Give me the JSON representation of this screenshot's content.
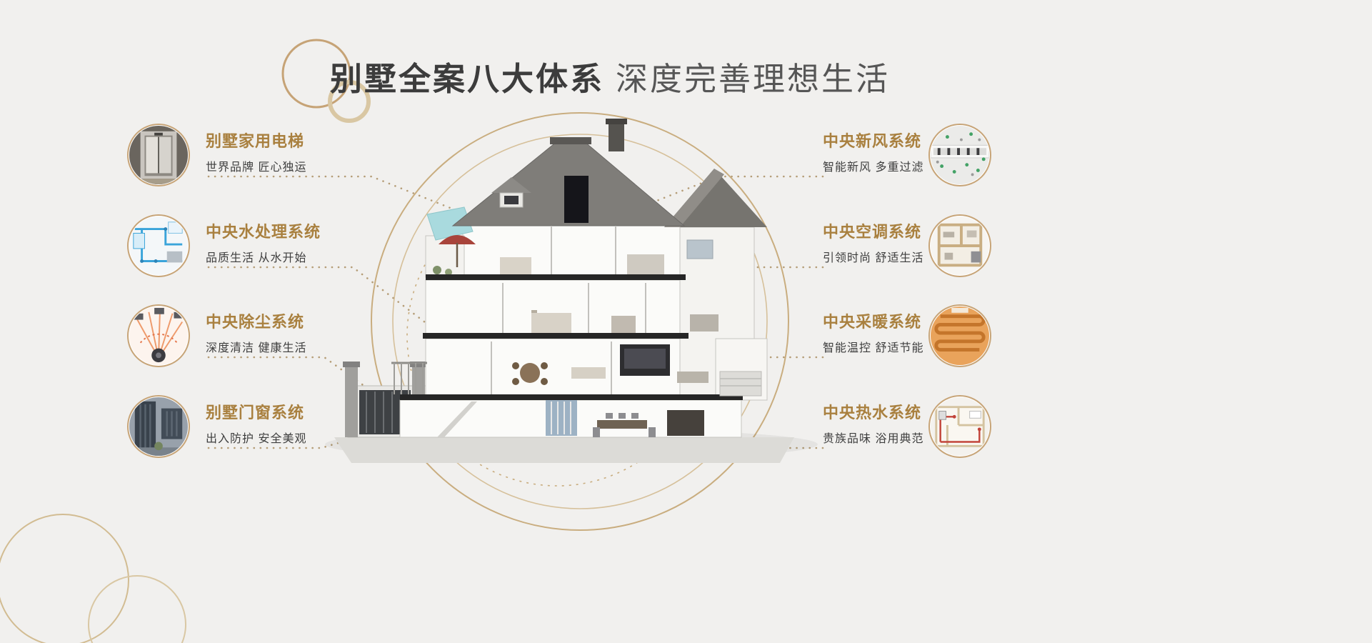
{
  "page": {
    "background_color": "#f1f0ee",
    "accent_gold": "#c7a477",
    "feature_title_color": "#a9803f"
  },
  "header": {
    "title_bold": "别墅全案八大体系",
    "title_light": "深度完善理想生活"
  },
  "features": {
    "left": [
      {
        "title": "别墅家用电梯",
        "subtitle": "世界品牌 匠心独运",
        "icon": "elevator-icon"
      },
      {
        "title": "中央水处理系统",
        "subtitle": "品质生活 从水开始",
        "icon": "water-treatment-icon"
      },
      {
        "title": "中央除尘系统",
        "subtitle": "深度清洁 健康生活",
        "icon": "dust-removal-icon"
      },
      {
        "title": "别墅门窗系统",
        "subtitle": "出入防护 安全美观",
        "icon": "door-window-icon"
      }
    ],
    "right": [
      {
        "title": "中央新风系统",
        "subtitle": "智能新风 多重过滤",
        "icon": "fresh-air-icon"
      },
      {
        "title": "中央空调系统",
        "subtitle": "引领时尚 舒适生活",
        "icon": "air-conditioning-icon"
      },
      {
        "title": "中央采暖系统",
        "subtitle": "智能温控 舒适节能",
        "icon": "floor-heating-icon"
      },
      {
        "title": "中央热水系统",
        "subtitle": "贵族品味 浴用典范",
        "icon": "hot-water-icon"
      }
    ]
  },
  "illustration": {
    "name": "villa-cutaway-section",
    "description_colors": {
      "roof": "#7f7d79",
      "wall": "#fbfbf9",
      "slab": "#262626",
      "pool": "#a9dade",
      "umbrella": "#a8443b"
    }
  }
}
